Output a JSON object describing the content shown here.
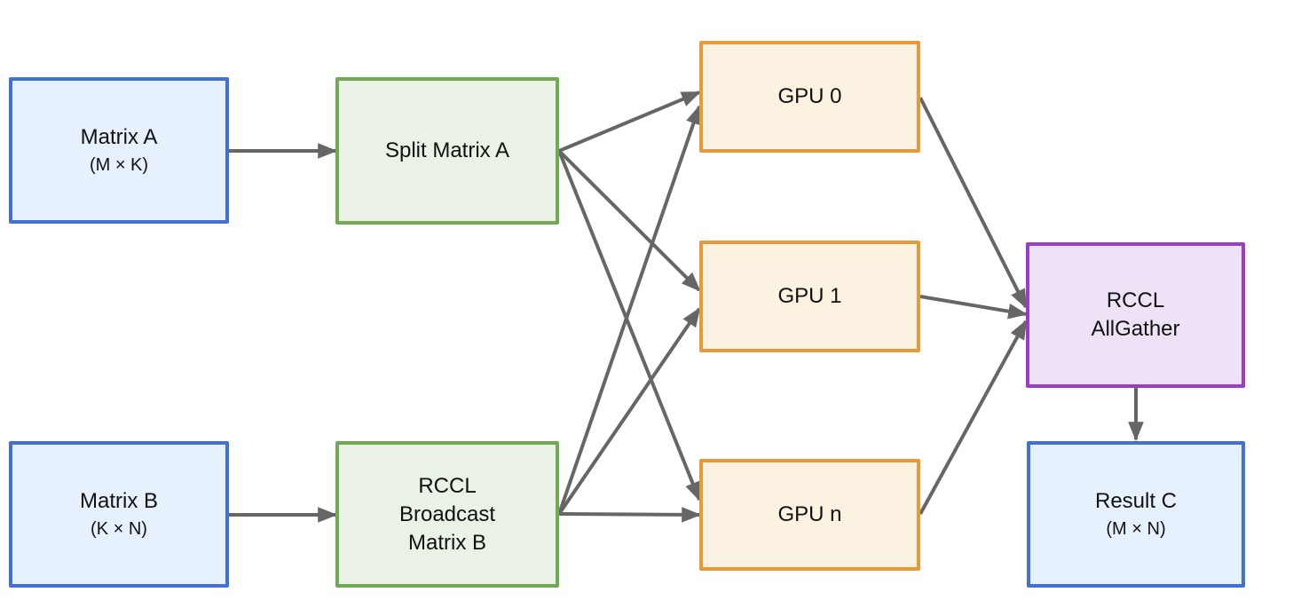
{
  "diagram": {
    "colors": {
      "canvas_bg": "#ffffff",
      "arrow_color": "#666666",
      "text_color": "#111111",
      "blue_fill": "#e7f0fd",
      "blue_border": "#4470d2",
      "green_fill": "#e9f2e5",
      "green_border": "#71a956",
      "orange_fill": "#fbf2e2",
      "orange_border": "#e79a3b",
      "purple_fill": "#eee2f6",
      "purple_border": "#9a3ec5"
    },
    "nodes": {
      "matrix_a": {
        "label": "Matrix A",
        "dims": "(M × K)"
      },
      "matrix_b": {
        "label": "Matrix B",
        "dims": "(K × N)"
      },
      "split_a": {
        "label": "Split Matrix A"
      },
      "broadcast_b": {
        "line1": "RCCL",
        "line2": "Broadcast",
        "line3": "Matrix B"
      },
      "gpu_0": {
        "label": "GPU 0"
      },
      "gpu_1": {
        "label": "GPU 1"
      },
      "gpu_n": {
        "label": "GPU n"
      },
      "allgather": {
        "line1": "RCCL",
        "line2": "AllGather"
      },
      "result_c": {
        "label": "Result C",
        "dims": "(M × N)"
      }
    },
    "edges": [
      {
        "from": "matrix_a",
        "to": "split_a"
      },
      {
        "from": "matrix_b",
        "to": "broadcast_b"
      },
      {
        "from": "split_a",
        "to": "gpu_0"
      },
      {
        "from": "split_a",
        "to": "gpu_1"
      },
      {
        "from": "split_a",
        "to": "gpu_n"
      },
      {
        "from": "broadcast_b",
        "to": "gpu_0"
      },
      {
        "from": "broadcast_b",
        "to": "gpu_1"
      },
      {
        "from": "broadcast_b",
        "to": "gpu_n"
      },
      {
        "from": "gpu_0",
        "to": "allgather"
      },
      {
        "from": "gpu_1",
        "to": "allgather"
      },
      {
        "from": "gpu_n",
        "to": "allgather"
      },
      {
        "from": "allgather",
        "to": "result_c"
      }
    ]
  }
}
